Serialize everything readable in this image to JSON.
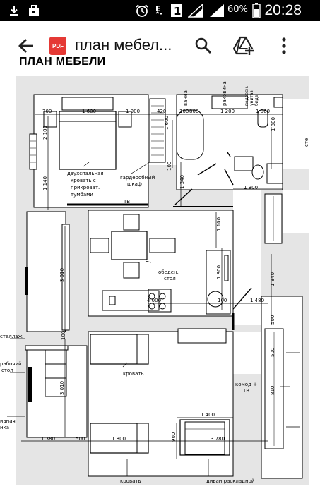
{
  "status_bar": {
    "battery": "60%",
    "time": "20:28",
    "icons": [
      "download-icon",
      "briefcase-icon",
      "alarm-icon",
      "data-e-icon",
      "sim-1-icon",
      "signal-icon",
      "signal-2-icon",
      "battery-icon"
    ]
  },
  "toolbar": {
    "file_badge": "PDF",
    "title": "план мебел...",
    "icons": [
      "back-arrow-icon",
      "pdf-file-icon",
      "search-icon",
      "drive-add-icon",
      "more-vert-icon"
    ]
  },
  "plan": {
    "title": "ПЛАН МЕБЕЛИ",
    "labels": {
      "bath": "ванна",
      "sink": "раковина",
      "toilet_line1": "подвесн.",
      "toilet_line2": "унитаз",
      "toilet_line3": "биде",
      "bed_line1": "двухспальная",
      "bed_line2": "кровать с",
      "bed_line3": "прикроват.",
      "bed_line4": "тумбами",
      "wardrobe_line1": "гардеробный",
      "wardrobe_line2": "шкаф",
      "tv": "ТВ",
      "dining_line1": "обеден.",
      "dining_line2": "стол",
      "rack": "стеллаж",
      "desk_line1": "рабочий",
      "desk_line2": "стол",
      "bed_kids_1": "кровать",
      "chest_line1": "комод +",
      "chest_line2": "ТВ",
      "bed_kids_2": "кровать",
      "sofa": "диван раскладной",
      "closet_line1": "ивная",
      "closet_line2": "нка",
      "right_cut": "сте"
    },
    "dims": {
      "d700": "700",
      "d1600": "1 600",
      "d1000": "1 000",
      "d420": "420",
      "d100a": "100",
      "d800": "800",
      "d1200": "1 200",
      "d1060": "1 060",
      "d2100": "2 100",
      "d1800a": "1 800",
      "d1600v": "1 600",
      "d1140": "1 140",
      "d100b": "100",
      "d1340": "1 340",
      "d1800b": "1 800",
      "d1100": "1 100",
      "d1800c": "1 800",
      "d3010a": "3 010",
      "d4000": "4 000",
      "d100c": "100",
      "d1480": "1 480",
      "d1840": "1 840",
      "d500a": "500",
      "d500b": "500",
      "d810": "810",
      "d3010b": "3 010",
      "d1400": "1 400",
      "d1380": "1 380",
      "d500c": "500",
      "d1800d": "1 800",
      "d900": "900",
      "d3780": "3 780",
      "d100d": "100"
    }
  }
}
